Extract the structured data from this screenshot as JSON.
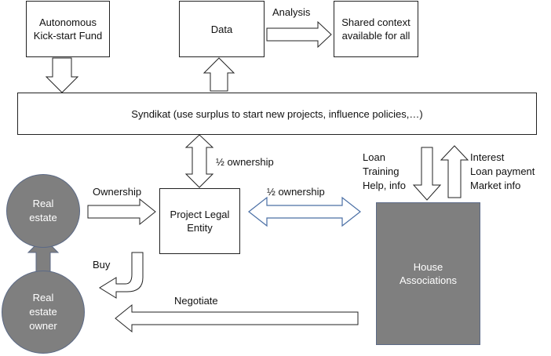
{
  "nodes": {
    "fund": "Autonomous\nKick-start Fund",
    "data": "Data",
    "shared": "Shared context\navailable for all",
    "syndikat": "Syndikat (use surplus to start new projects, influence policies,…)",
    "project": "Project Legal\nEntity",
    "real_estate": "Real\nestate",
    "owner": "Real\nestate\nowner",
    "house": "House\nAssociations"
  },
  "edges": {
    "analysis": "Analysis",
    "half_ownership_vertical": "½ ownership",
    "half_ownership_horizontal": "½ ownership",
    "ownership": "Ownership",
    "buy": "Buy",
    "negotiate": "Negotiate",
    "loan_block": "Loan\nTraining\nHelp, info",
    "interest_block": "Interest\nLoan payment\nMarket info"
  },
  "colors": {
    "circle_fill": "#7f7f7f",
    "house_fill": "#7f7f7f",
    "blue_arrow": "#4a6fa5"
  }
}
